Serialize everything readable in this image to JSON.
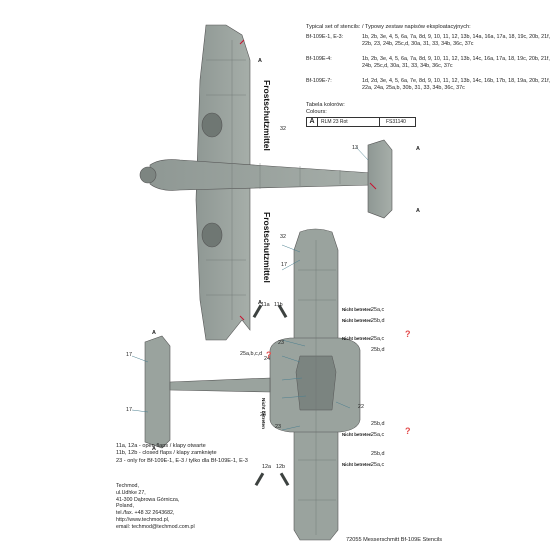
{
  "stencil_info": {
    "heading": "Typical set of stencils: / Typowy zestaw napisów eksploatacyjnych:",
    "rows": [
      {
        "label": "Bf-109E-1, E-3:",
        "values": "1b, 2b, 3e, 4, 5, 6a, 7a, 8d, 9, 10, 11, 12, 13b, 14a, 16a, 17a, 18, 19c, 20b, 21f, 22b, 23, 24b, 25c,d, 30a, 31, 33, 34b, 36c, 37c"
      },
      {
        "label": "Bf-109E-4:",
        "values": "1b, 2b, 3e, 4, 5, 6a, 7a, 8d, 9, 10, 11, 12, 13b, 14c, 16a, 17a, 18, 19c, 20b, 21f, 22b, 24b, 25c,d, 30a, 31, 33, 34b, 36c, 37c"
      },
      {
        "label": "Bf-109E-7:",
        "values": "1d, 2d, 3e, 4, 5, 6a, 7e, 8d, 9, 10, 11, 12, 13b, 14c, 16b, 17b, 18, 19a, 20b, 21f, 22a, 24a, 25a,b, 30b, 31, 33, 34b, 36c, 37c"
      }
    ]
  },
  "colours": {
    "heading_pl": "Tabela kolorów:",
    "heading_en": "Colours:",
    "swatch_letter": "A",
    "name": "RLM 23 Rot",
    "fs_code": "FS31140",
    "swatch_color": "#c8102e"
  },
  "callouts": {
    "a1": "A",
    "a2": "A",
    "a3": "A",
    "a4": "A",
    "a5": "A",
    "a6": "A",
    "n13": "13",
    "n32a": "32",
    "n32b": "32",
    "n17a": "17",
    "n17b": "17",
    "n17c": "17",
    "n11a": "11a",
    "n11b": "11b",
    "n23a": "23",
    "n24a": "24",
    "n25bcd": "25a,b,c,d",
    "n22": "22",
    "n24b": "24",
    "n23b": "23",
    "n12a": "12a",
    "n12b": "12b",
    "r25ac": "25a,c",
    "r25bd": "25b,d",
    "r25ac2": "25a,c",
    "r25bd2": "25b,d",
    "r25bd3": "25b,d",
    "r25ac3": "25a,c",
    "r25bd4": "25b,d",
    "r25ac4": "25a,c"
  },
  "stamps": {
    "nb1": "Nicht betreten",
    "nb2": "Nicht betreten",
    "nb3": "Nicht betreten",
    "nb4": "Nicht betreten",
    "nb5": "Nicht betreten",
    "nb6": "Nicht betreten",
    "fuel1": "Frostschutzmittel",
    "fuel2": "Frostschutzmittel"
  },
  "question_marks": [
    "?",
    "?",
    "?"
  ],
  "notes": [
    "11a, 12a - open flaps / klapy otwarte",
    "11b, 12b - closed flaps / klapy zamknięte",
    "23 - only for Bf-109E-1, E-3 / tylko dla Bf-109E-1, E-3"
  ],
  "address": [
    "Techmod,",
    "ul.Udhke 27,",
    "41-300 Dąbrowa Górnicza,",
    "Poland,",
    "tel./fax. +48 32 2643682,",
    "http://www.techmod.pl,",
    "email: techmod@techmod.com.pl"
  ],
  "footer": "72055 Messerschmitt Bf-109E Stencils",
  "aircraft_color": "#9aa39e"
}
